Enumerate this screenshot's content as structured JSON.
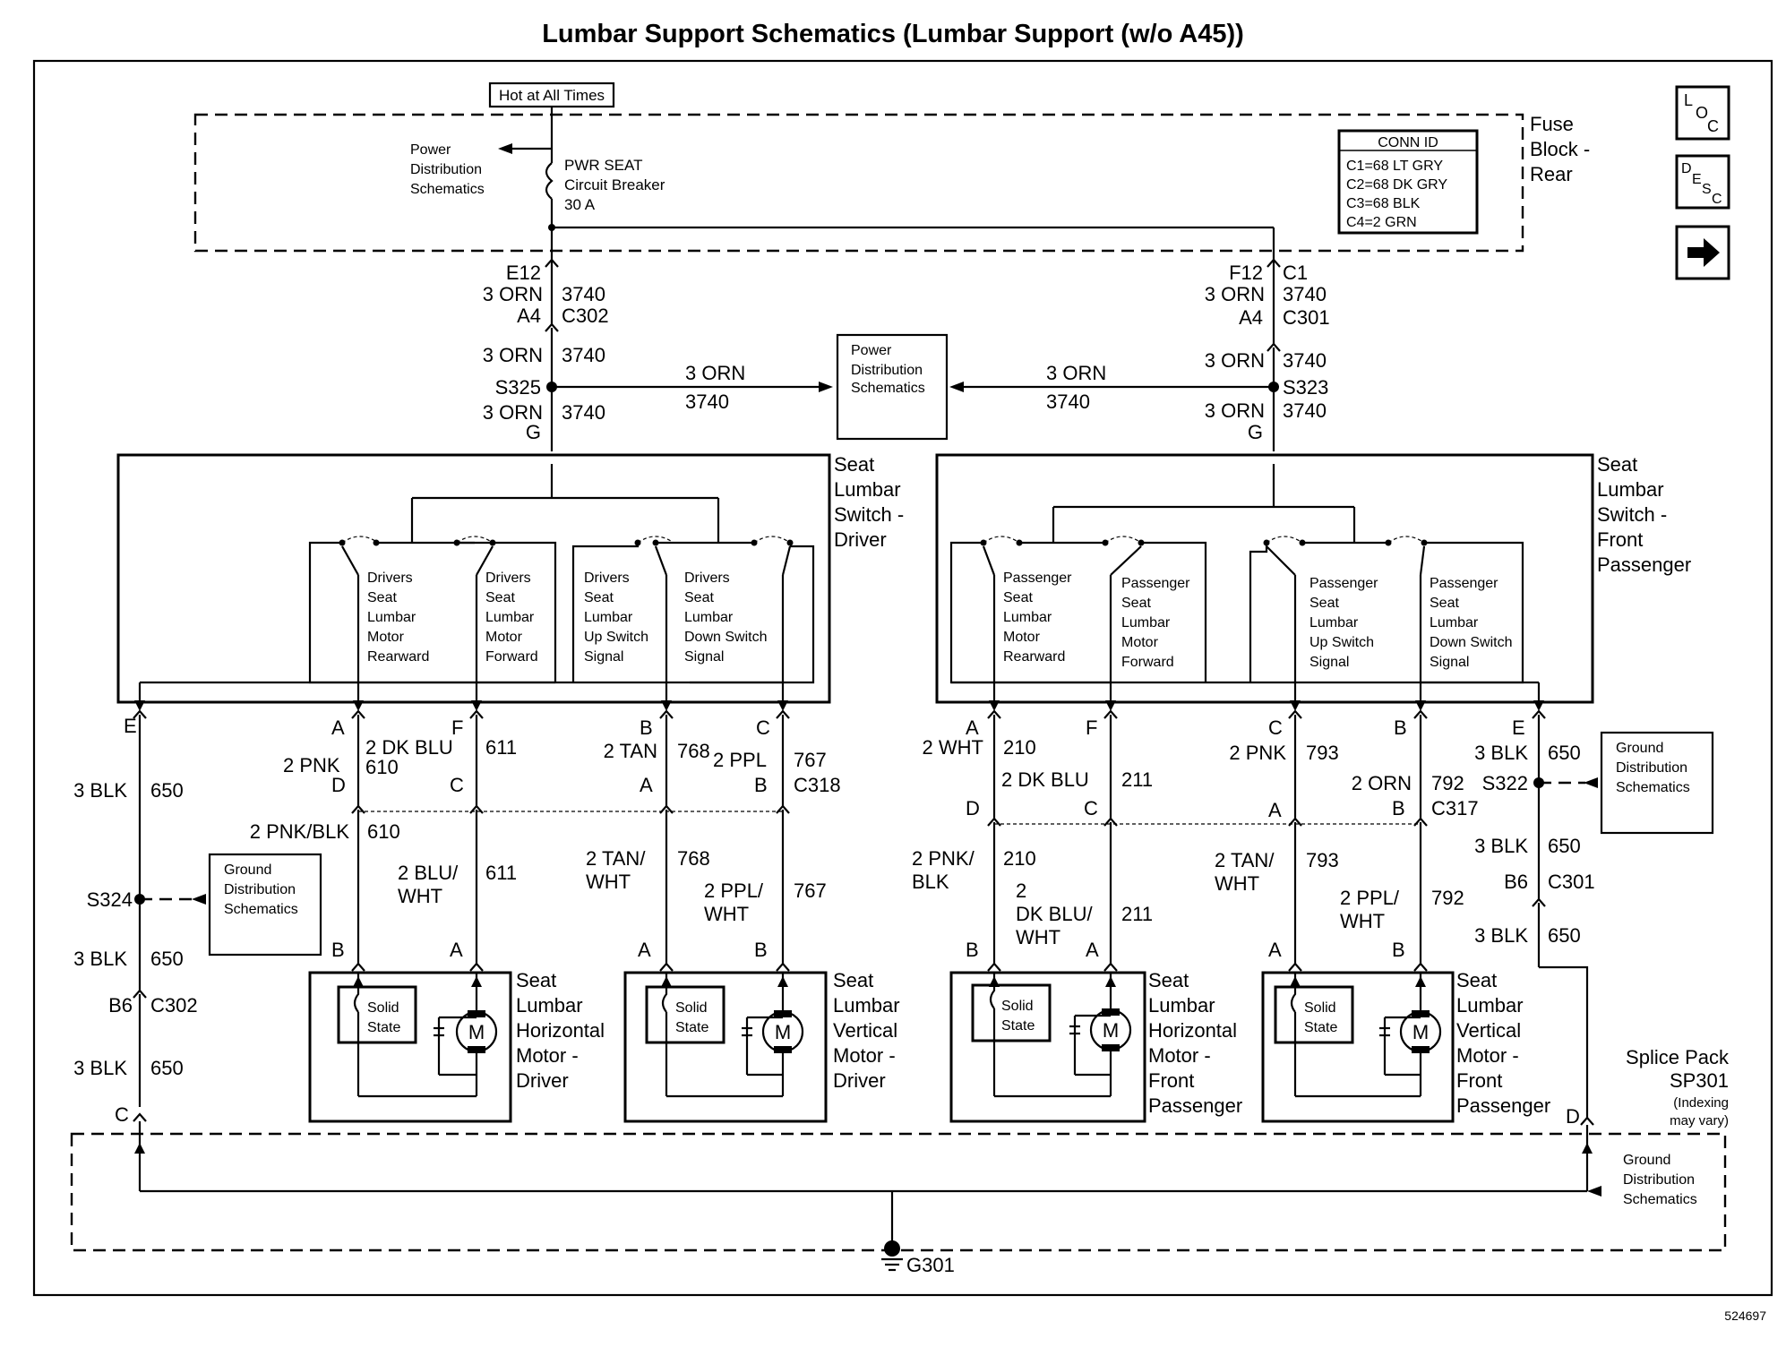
{
  "title": "Lumbar Support Schematics (Lumbar Support (w/o A45))",
  "figure_id": "524697",
  "icons": {
    "loc": [
      "L",
      "O",
      "C"
    ],
    "desc": [
      "D",
      "E",
      "S",
      "C"
    ],
    "next": "right-arrow-icon"
  },
  "fuse_block": {
    "name": [
      "Fuse",
      "Block -",
      "Rear"
    ],
    "hot_label": "Hot at All Times",
    "breaker": [
      "PWR SEAT",
      "Circuit Breaker",
      "30 A"
    ],
    "power_ref": [
      "Power",
      "Distribution",
      "Schematics"
    ],
    "conn_id": {
      "title": "CONN ID",
      "rows": [
        "C1=68 LT GRY",
        "C2=68 DK GRY",
        "C3=68 BLK",
        "C4=2 GRN"
      ]
    }
  },
  "connectors": {
    "E12": "E12",
    "A4": "A4",
    "C302": "C302",
    "F12": "F12",
    "C1": "C1",
    "C301": "C301",
    "S325": "S325",
    "S323": "S323",
    "G": "G",
    "C318": "C318",
    "C317": "C317",
    "S324": "S324",
    "S322": "S322",
    "B6": "B6",
    "G301": "G301",
    "pins": {
      "A": "A",
      "B": "B",
      "C": "C",
      "D": "D",
      "E": "E",
      "F": "F"
    }
  },
  "wires": {
    "orn": "3 ORN",
    "c3740": "3740",
    "blk": "3 BLK",
    "c650": "650",
    "pnk": "2 PNK",
    "c610": "610",
    "dkblu": "2 DK BLU",
    "c611": "611",
    "tan": "2 TAN",
    "c768": "768",
    "ppl": "2 PPL",
    "c767": "767",
    "pnkblk": "2 PNK/BLK",
    "bluwht": [
      "2 BLU/",
      "WHT"
    ],
    "tanwht": [
      "2 TAN/",
      "WHT"
    ],
    "pplwht": [
      "2 PPL/",
      "WHT"
    ],
    "wht": "2 WHT",
    "c210": "210",
    "dkblu_r": "2 DK BLU",
    "c211": "211",
    "pnk_r": "2 PNK",
    "c793": "793",
    "orn2": "2 ORN",
    "c792": "792",
    "pnkblk_r": [
      "2 PNK/",
      "BLK"
    ],
    "dkbluwht": [
      "2",
      "DK BLU/",
      "WHT"
    ]
  },
  "center_power_ref": [
    "Power",
    "Distribution",
    "Schematics"
  ],
  "ground_ref": [
    "Ground",
    "Distribution",
    "Schematics"
  ],
  "switch_driver": {
    "name": [
      "Seat",
      "Lumbar",
      "Switch -",
      "Driver"
    ],
    "contacts": [
      [
        "Drivers",
        "Seat",
        "Lumbar",
        "Motor",
        "Rearward"
      ],
      [
        "Drivers",
        "Seat",
        "Lumbar",
        "Motor",
        "Forward"
      ],
      [
        "Drivers",
        "Seat",
        "Lumbar",
        "Up Switch",
        "Signal"
      ],
      [
        "Drivers",
        "Seat",
        "Lumbar",
        "Down Switch",
        "Signal"
      ]
    ]
  },
  "switch_passenger": {
    "name": [
      "Seat",
      "Lumbar",
      "Switch -",
      "Front",
      "Passenger"
    ],
    "contacts": [
      [
        "Passenger",
        "Seat",
        "Lumbar",
        "Motor",
        "Rearward"
      ],
      [
        "Passenger",
        "Seat",
        "Lumbar",
        "Motor",
        "Forward"
      ],
      [
        "Passenger",
        "Seat",
        "Lumbar",
        "Up Switch",
        "Signal"
      ],
      [
        "Passenger",
        "Seat",
        "Lumbar",
        "Down Switch",
        "Signal"
      ]
    ]
  },
  "motors": [
    {
      "name": [
        "Seat",
        "Lumbar",
        "Horizontal",
        "Motor -",
        "Driver"
      ]
    },
    {
      "name": [
        "Seat",
        "Lumbar",
        "Vertical",
        "Motor -",
        "Driver"
      ]
    },
    {
      "name": [
        "Seat",
        "Lumbar",
        "Horizontal",
        "Motor -",
        "Front",
        "Passenger"
      ]
    },
    {
      "name": [
        "Seat",
        "Lumbar",
        "Vertical",
        "Motor -",
        "Front",
        "Passenger"
      ]
    }
  ],
  "solid_state": [
    "Solid",
    "State"
  ],
  "motor_symbol": "M",
  "splice_pack": [
    "Splice Pack",
    "SP301",
    "(Indexing",
    "may vary)"
  ]
}
